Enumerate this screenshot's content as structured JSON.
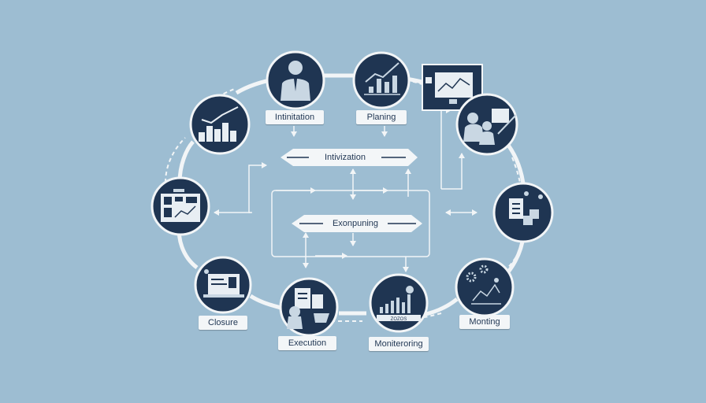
{
  "colors": {
    "background": "#9dbdd2",
    "node_fill": "#1f3552",
    "node_ring": "#f2f5f7",
    "label_bg": "#f3f6f8",
    "text": "#1f3552"
  },
  "nodes": [
    {
      "id": "node-initiation",
      "icon": "person-icon"
    },
    {
      "id": "node-planning",
      "icon": "growth-chart-icon"
    },
    {
      "id": "node-presentation",
      "icon": "team-meeting-icon"
    },
    {
      "id": "node-documents",
      "icon": "documents-icon"
    },
    {
      "id": "node-monitoring-right",
      "icon": "gears-graph-icon"
    },
    {
      "id": "node-monitoring-bottom",
      "icon": "bar-chart-pin-icon"
    },
    {
      "id": "node-execution",
      "icon": "signing-document-icon"
    },
    {
      "id": "node-closure",
      "icon": "laptop-icon"
    },
    {
      "id": "node-dashboard",
      "icon": "dashboard-icon"
    },
    {
      "id": "node-reporting",
      "icon": "bar-trend-icon"
    }
  ],
  "labels": {
    "initiation": "Intinitation",
    "planning": "Planing",
    "closure": "Closure",
    "execution": "Execution",
    "monitoring_bottom": "Moniteroring",
    "monitoring_right": "Monting"
  },
  "center": {
    "top_banner": "Intivization",
    "mid_banner": "Exonpuning"
  },
  "monitor_caption": "ZOZOS"
}
